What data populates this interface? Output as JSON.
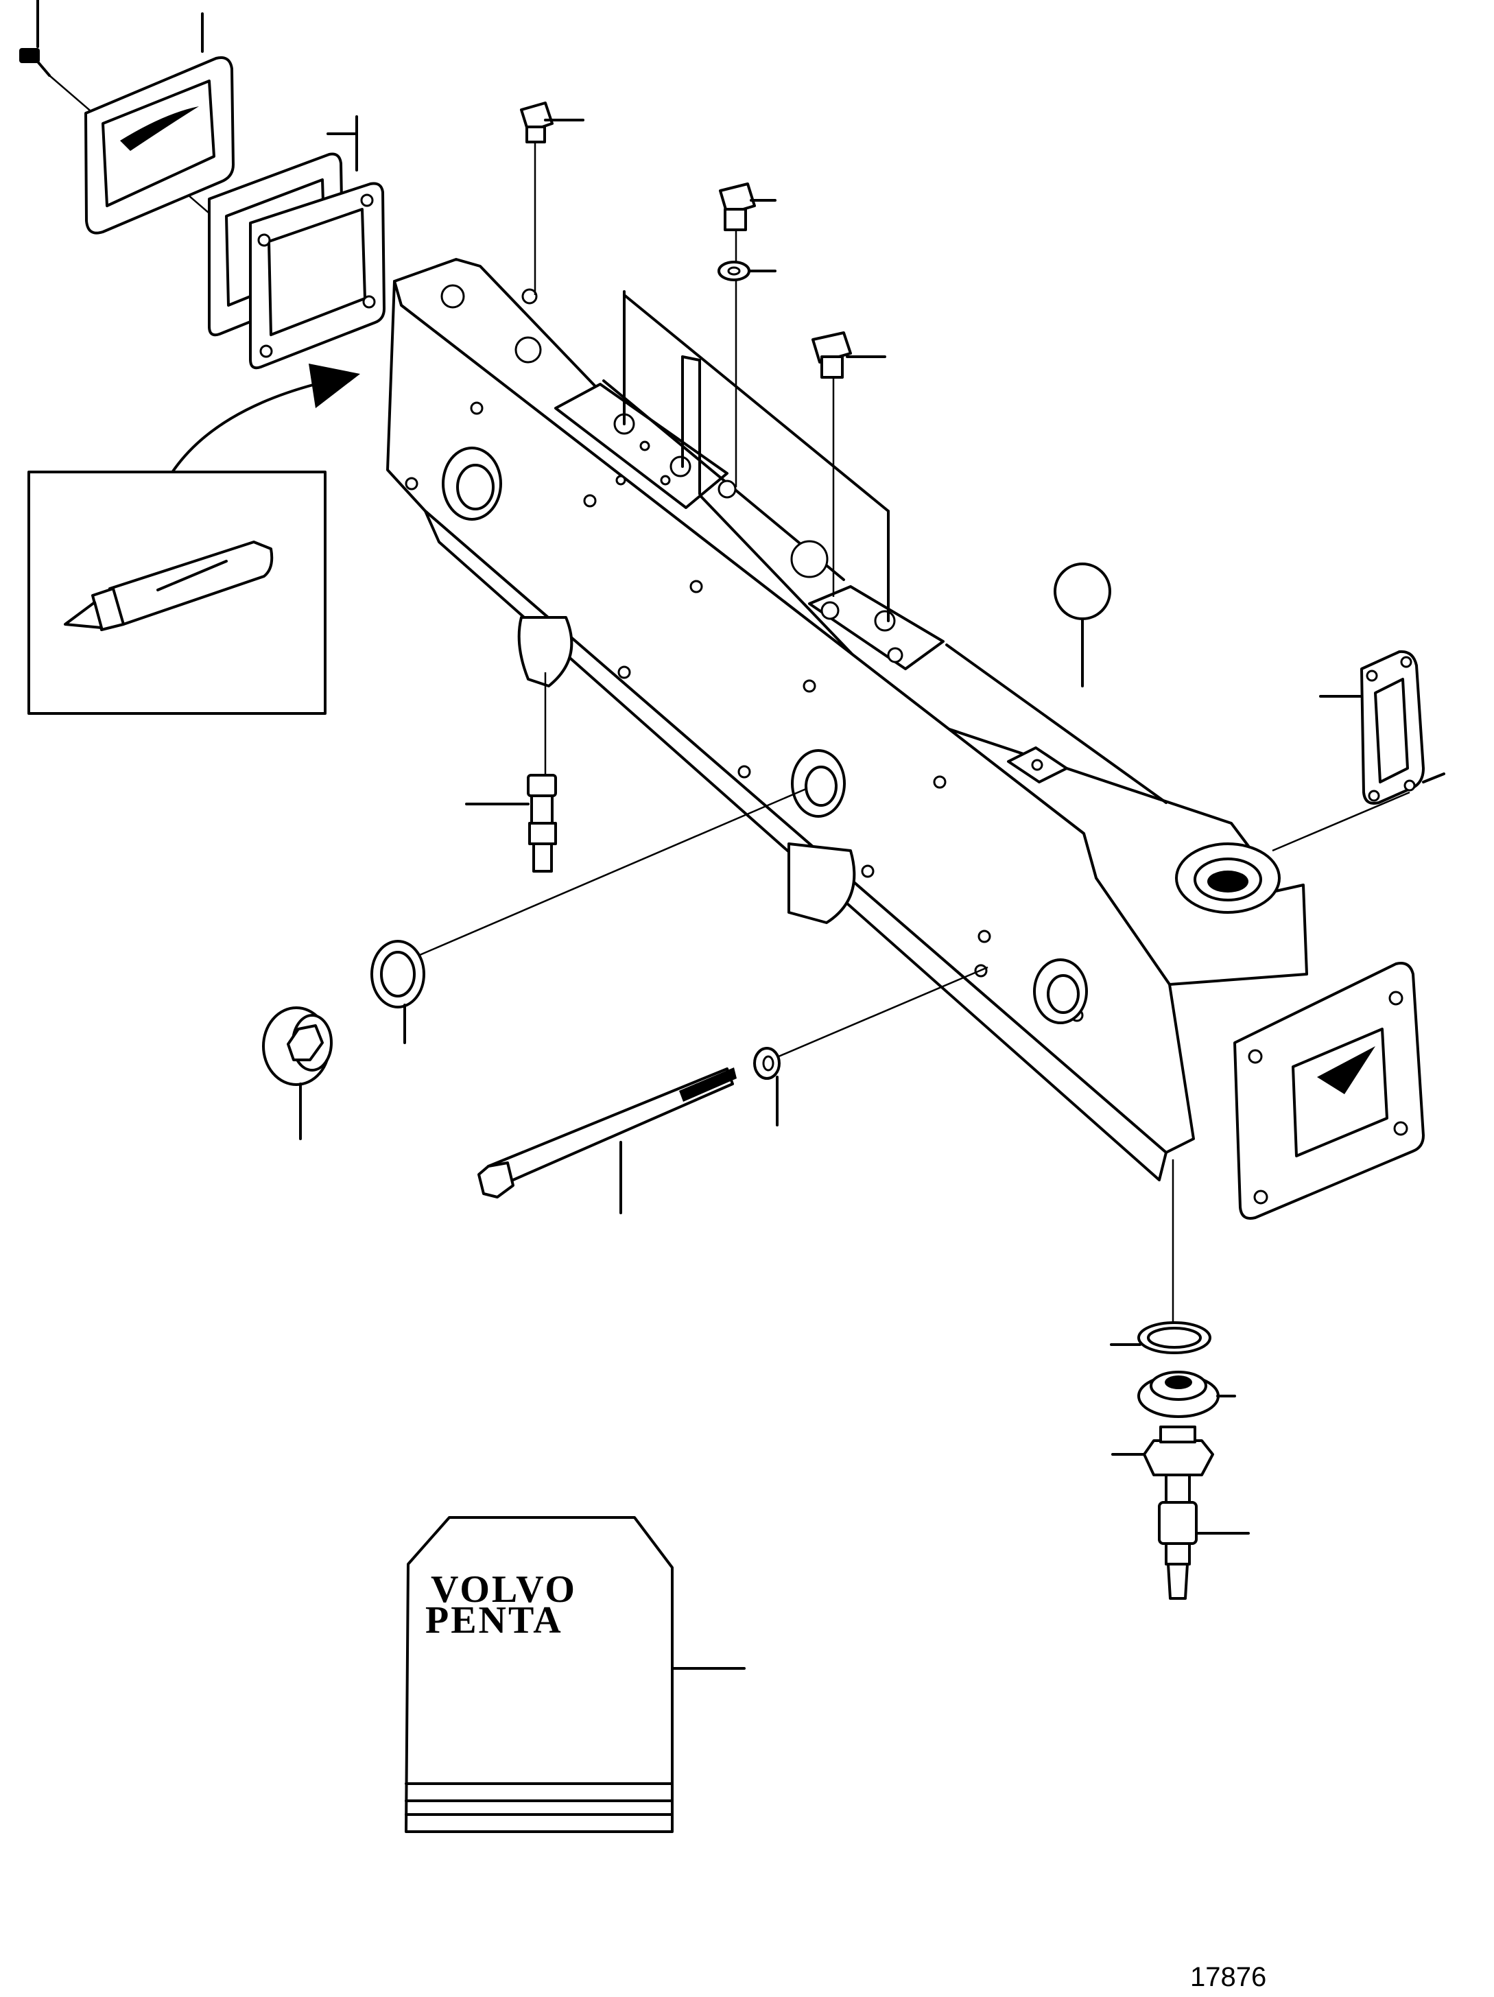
{
  "brand_logo": {
    "line1": "VOLVO",
    "line2": "PENTA"
  },
  "figure_number": "17876"
}
